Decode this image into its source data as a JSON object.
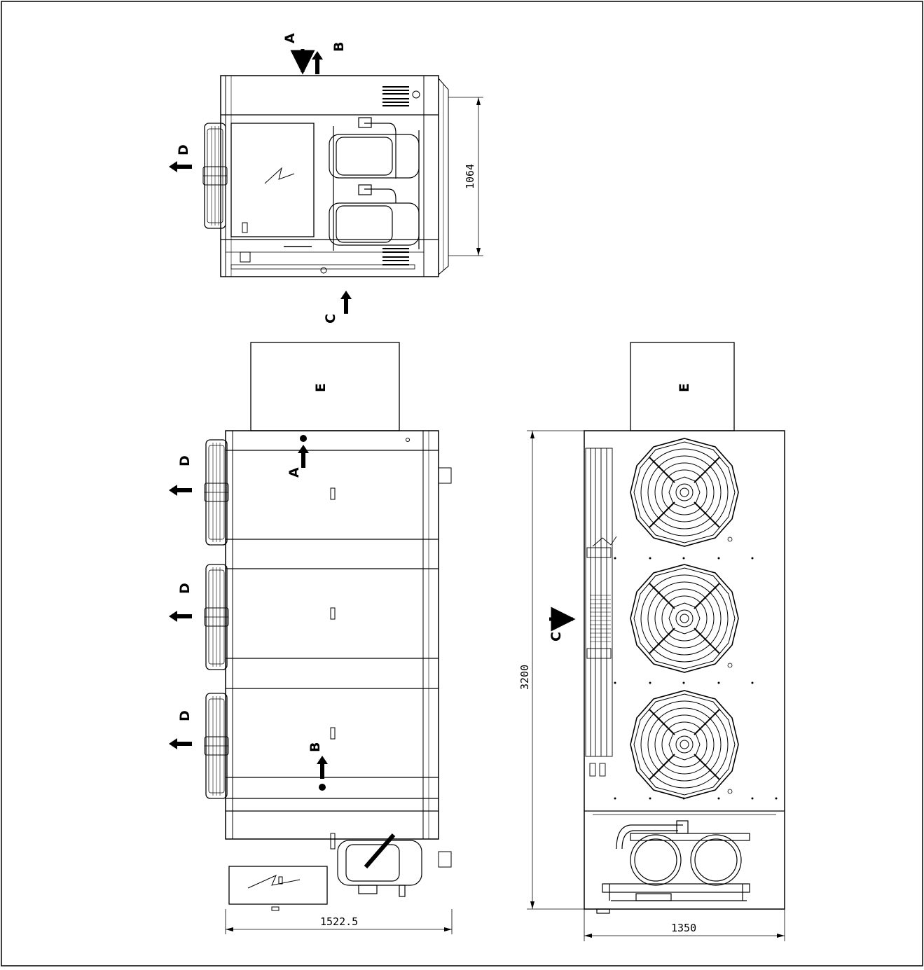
{
  "labels": {
    "a": "A",
    "b": "B",
    "c": "C",
    "d": "D",
    "e": "E"
  },
  "dimensions": {
    "top_height": "1064",
    "front_width": "1522.5",
    "side_height": "3200",
    "side_width": "1350"
  },
  "colors": {
    "line": "#000000",
    "background": "#ffffff"
  },
  "icons": [
    "arrow-icon",
    "electrical-hazard-icon",
    "fan-guard-icon",
    "compressor-icon"
  ]
}
